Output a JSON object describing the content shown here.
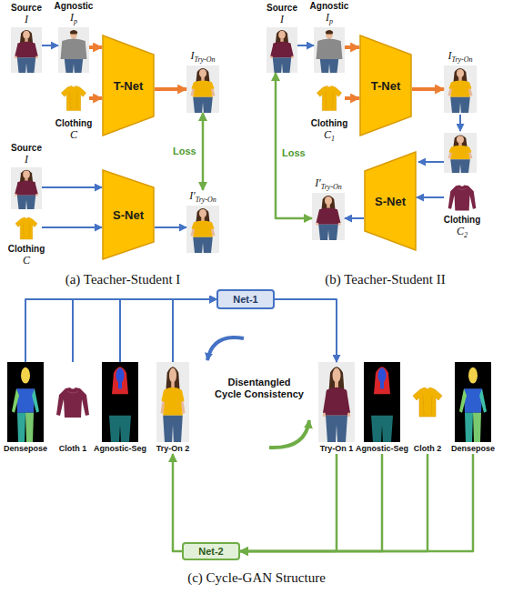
{
  "diagram": {
    "nodes": [
      {
        "text": [
          "Source",
          "I"
        ]
      },
      {
        "text": [
          "Agnostic",
          "I",
          "p"
        ]
      },
      {
        "text": [
          "Clothing",
          "C"
        ]
      },
      {
        "text": [
          "T-Net"
        ]
      },
      {
        "text": [
          "I",
          "Try-On"
        ]
      },
      {
        "text": [
          "Source",
          "I"
        ]
      },
      {
        "text": [
          "Clothing",
          "C"
        ]
      },
      {
        "text": [
          "S-Net"
        ]
      },
      {
        "text": [
          "I′",
          "Try-On"
        ]
      },
      {
        "text": [
          "Source",
          "I"
        ]
      },
      {
        "text": [
          "Agnostic",
          "I",
          "p"
        ]
      },
      {
        "text": [
          "Clothing",
          "C",
          "1"
        ]
      },
      {
        "text": [
          "T-Net"
        ]
      },
      {
        "text": [
          "I",
          "Try-On"
        ]
      },
      {
        "text": [
          "Clothing",
          "C",
          "2"
        ]
      },
      {
        "text": [
          "S-Net"
        ]
      },
      {
        "text": [
          "I′",
          "Try-On"
        ]
      },
      {
        "text": [
          "Net-1"
        ]
      },
      {
        "text": [
          "Densepose"
        ]
      },
      {
        "text": [
          "Cloth 1"
        ]
      },
      {
        "text": [
          "Agnostic-Seg"
        ]
      },
      {
        "text": [
          "Try-On 2"
        ]
      },
      {
        "text": [
          "Try-On 1"
        ]
      },
      {
        "text": [
          "Agnostic-Seg"
        ]
      },
      {
        "text": [
          "Cloth 2"
        ]
      },
      {
        "text": [
          "Densepose"
        ]
      },
      {
        "text": [
          "Net-2"
        ]
      }
    ],
    "edges": [
      {
        "from": 0,
        "to": 1,
        "arrow": "to"
      },
      {
        "from": 1,
        "to": 3,
        "arrow": "to"
      },
      {
        "from": 2,
        "to": 3,
        "arrow": "to"
      },
      {
        "from": 3,
        "to": 4,
        "arrow": "to"
      },
      {
        "from": 4,
        "to": 8,
        "label": "Loss",
        "arrow": "both"
      },
      {
        "from": 5,
        "to": 7,
        "arrow": "to"
      },
      {
        "from": 6,
        "to": 7,
        "arrow": "to"
      },
      {
        "from": 7,
        "to": 8,
        "arrow": "to"
      },
      {
        "from": 9,
        "to": 10,
        "arrow": "to"
      },
      {
        "from": 10,
        "to": 12,
        "arrow": "to"
      },
      {
        "from": 11,
        "to": 12,
        "arrow": "to"
      },
      {
        "from": 12,
        "to": 13,
        "arrow": "to"
      },
      {
        "from": 14,
        "to": 15,
        "arrow": "to"
      },
      {
        "from": 15,
        "to": 16,
        "arrow": "to"
      },
      {
        "from": 9,
        "to": 16,
        "label": "Loss",
        "arrow": "both"
      },
      {
        "from": 18,
        "to": 17,
        "arrow": "to"
      },
      {
        "from": 19,
        "to": 17,
        "arrow": "to"
      },
      {
        "from": 20,
        "to": 17,
        "arrow": "to"
      },
      {
        "from": 21,
        "to": 17,
        "arrow": "to"
      },
      {
        "from": 17,
        "to": 22,
        "arrow": "to"
      },
      {
        "from": 22,
        "to": 26,
        "arrow": "to"
      },
      {
        "from": 23,
        "to": 26,
        "arrow": "to"
      },
      {
        "from": 24,
        "to": 26,
        "arrow": "to"
      },
      {
        "from": 25,
        "to": 26,
        "arrow": "to"
      },
      {
        "from": 26,
        "to": 21,
        "arrow": "to"
      }
    ],
    "labels": [
      "(a) Teacher-Student I",
      "(b) Teacher-Student II",
      "Disentangled Cycle Consistency",
      "(c) Cycle-GAN Structure"
    ]
  }
}
